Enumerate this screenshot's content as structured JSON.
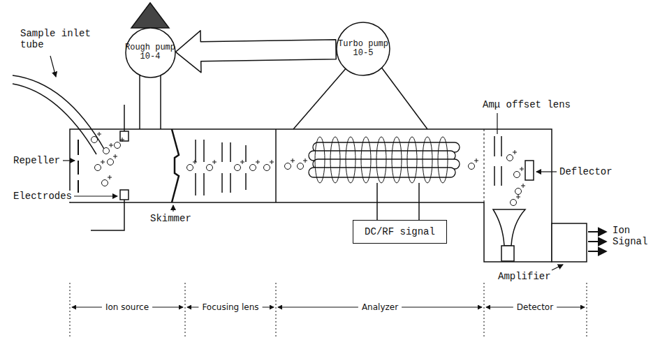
{
  "diagram": {
    "nodes": [
      {
        "text": [
          "Rough pump",
          "10-4"
        ]
      },
      {
        "text": [
          "Turbo pump",
          "10-5"
        ]
      },
      {
        "text": [
          "DC/RF signal"
        ]
      }
    ],
    "edges": [
      {
        "from": 1,
        "to": 0,
        "arrow": "to"
      }
    ],
    "labels": [
      "Sample inlet tube",
      "Repeller",
      "Electrodes",
      "Skimmer",
      "Amμ offset lens",
      "Deflector",
      "Amplifier",
      "Ion Signal",
      "Ion source",
      "Focusing lens",
      "Analyzer",
      "Detector"
    ]
  }
}
